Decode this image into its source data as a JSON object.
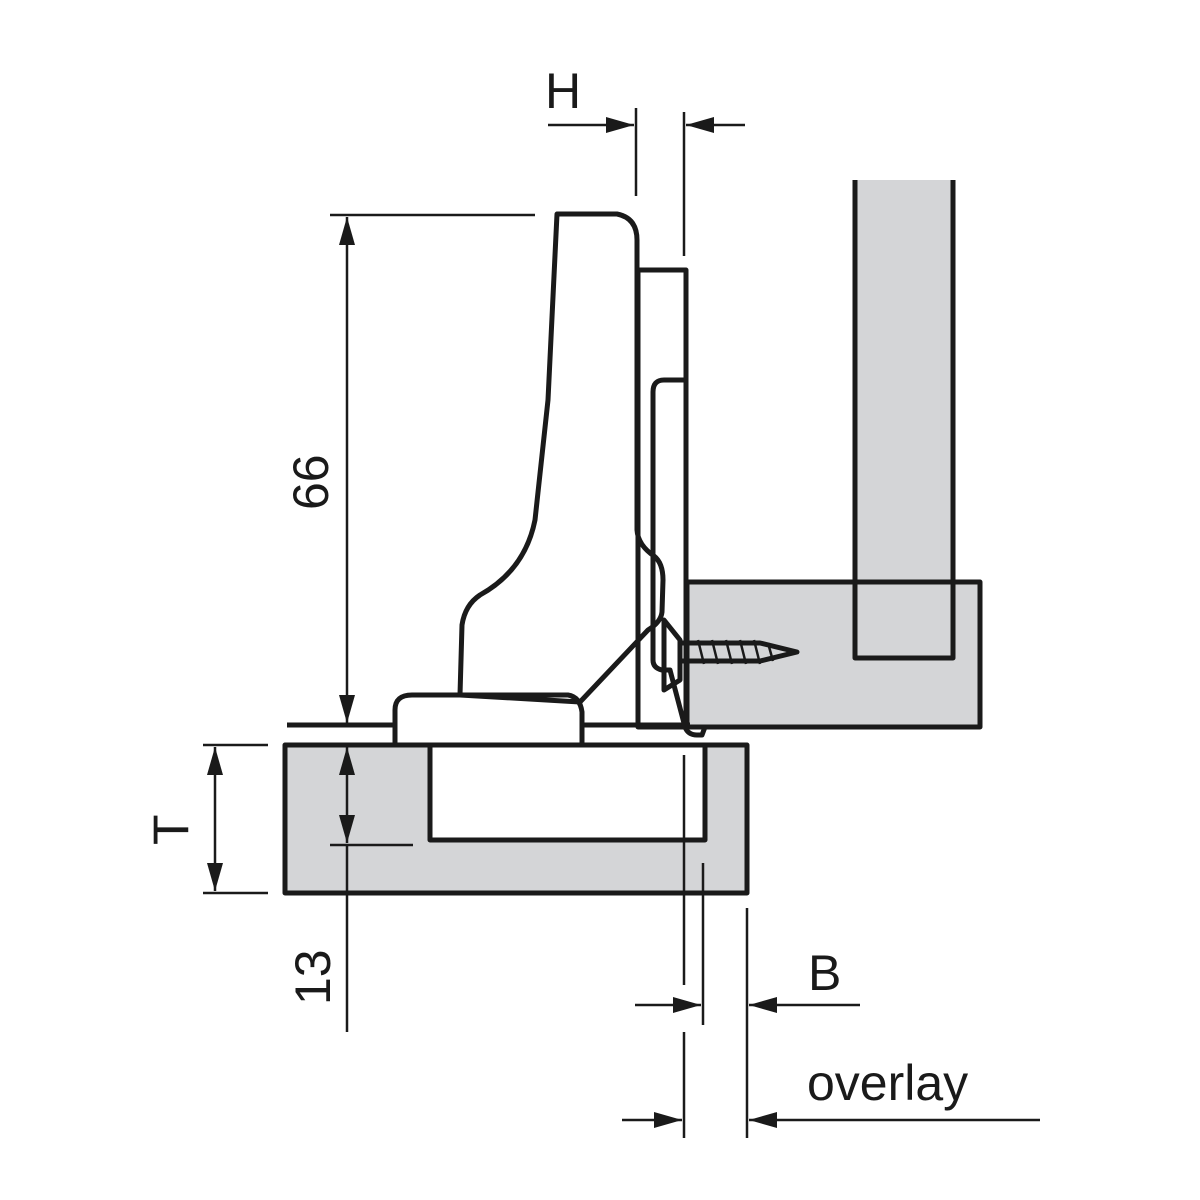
{
  "colors": {
    "panel": "#d4d5d7",
    "line": "#1a1a1a",
    "background": "#ffffff"
  },
  "labels": {
    "h": "H",
    "height": "66",
    "t": "T",
    "depth": "13",
    "b": "B",
    "overlay": "overlay"
  }
}
